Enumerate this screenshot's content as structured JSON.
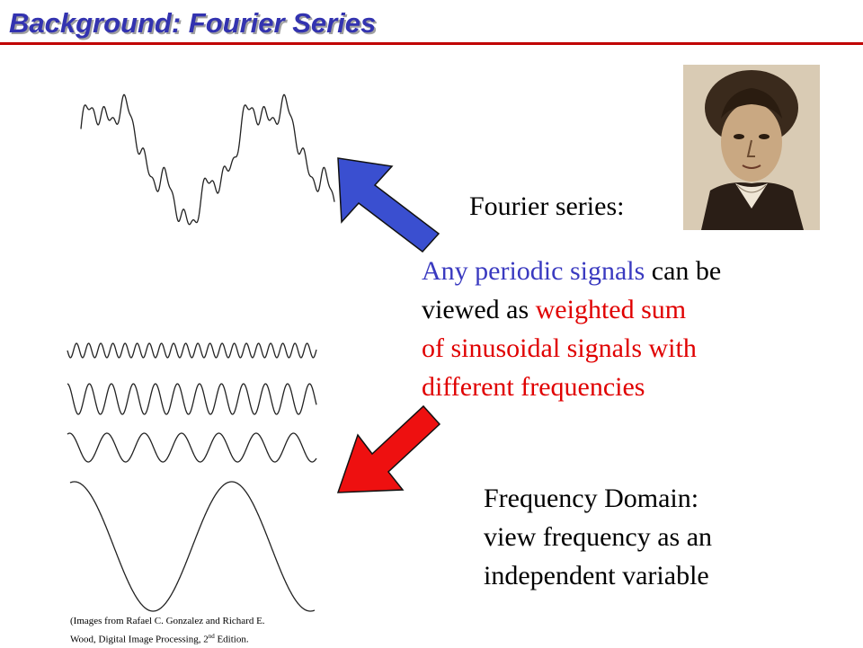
{
  "title": "Background: Fourier Series",
  "fourier_label": "Fourier series:",
  "description": {
    "p1": "Any periodic signals",
    "p2": " can be",
    "p3": "viewed as ",
    "p4": "weighted sum",
    "p5": "of sinusoidal signals with",
    "p6": "different frequencies"
  },
  "frequency_domain": {
    "line1": "Frequency Domain:",
    "line2": "view frequency as an",
    "line3": "independent variable"
  },
  "credit": {
    "line1": "(Images from Rafael C. Gonzalez and Richard E.",
    "line2a": "Wood, Digital Image Processing, 2",
    "sup": "nd",
    "line2b": " Edition."
  },
  "colors": {
    "title": "#3333b0",
    "rule": "#c00000",
    "blue_arrow": "#3a4fd0",
    "red_arrow": "#ee1010"
  }
}
